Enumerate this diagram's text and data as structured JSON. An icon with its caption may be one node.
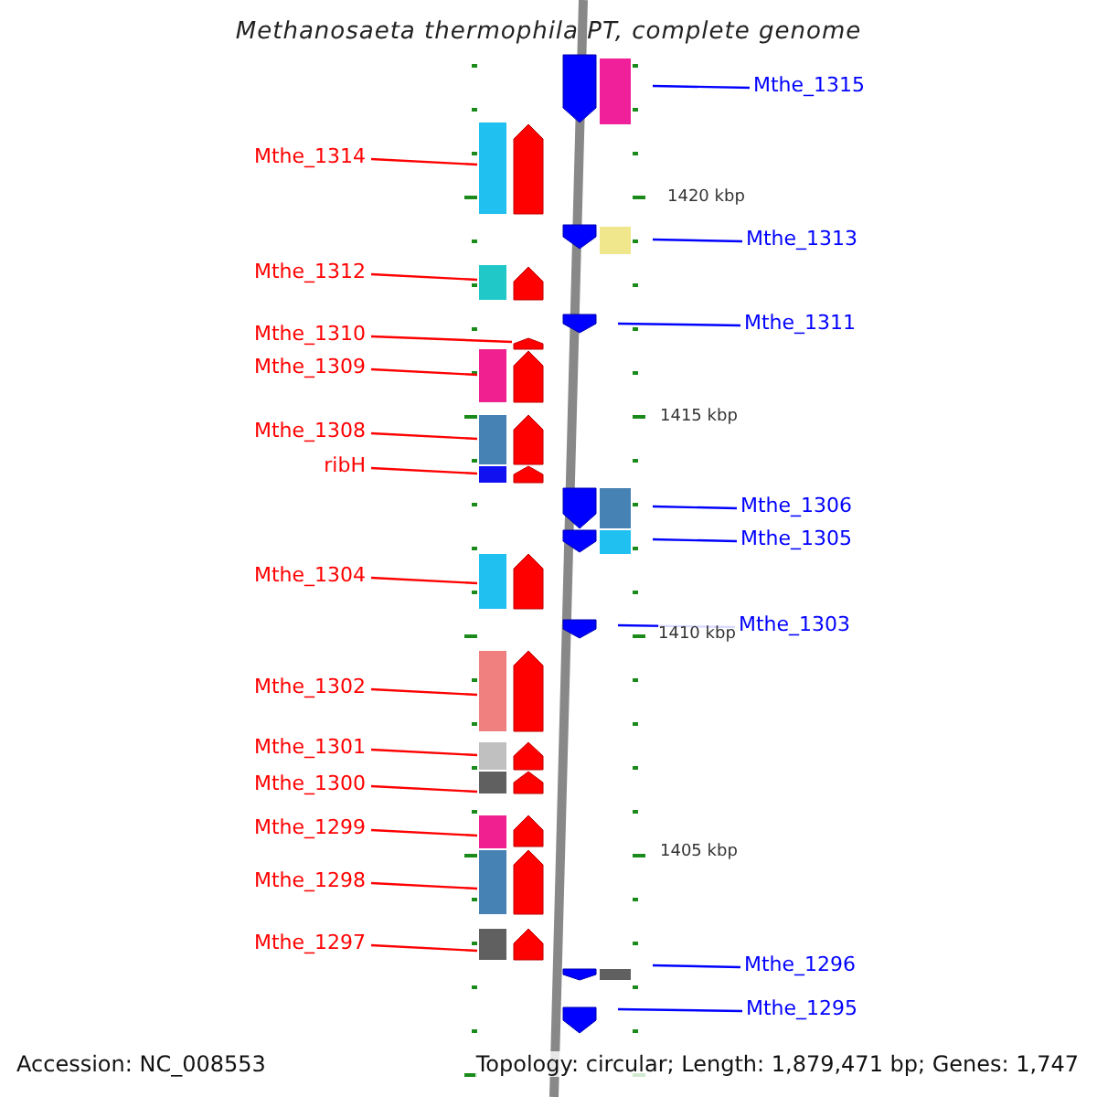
{
  "diagram": {
    "title": "Methanosaeta thermophila PT, complete genome",
    "nodes": [
      {
        "text": [
          "Mthe_1315"
        ]
      },
      {
        "text": [],
        "shape": "bar"
      },
      {
        "text": [
          "Mthe_1314"
        ]
      },
      {
        "text": [],
        "shape": "bar"
      },
      {
        "text": [
          "Mthe_1313"
        ]
      },
      {
        "text": [],
        "shape": "bar"
      },
      {
        "text": [
          "Mthe_1312"
        ]
      },
      {
        "text": [],
        "shape": "bar"
      },
      {
        "text": [
          "Mthe_1311"
        ]
      },
      {
        "text": [],
        "shape": "bar"
      },
      {
        "text": [
          "Mthe_1310"
        ]
      },
      {
        "text": [],
        "shape": "bar"
      },
      {
        "text": [
          "Mthe_1309"
        ]
      },
      {
        "text": [],
        "shape": "bar"
      },
      {
        "text": [
          "Mthe_1308"
        ]
      },
      {
        "text": [],
        "shape": "bar"
      },
      {
        "text": [
          "ribH"
        ]
      },
      {
        "text": [],
        "shape": "bar"
      },
      {
        "text": [
          "Mthe_1306"
        ]
      },
      {
        "text": [],
        "shape": "bar"
      },
      {
        "text": [
          "Mthe_1305"
        ]
      },
      {
        "text": [],
        "shape": "bar"
      },
      {
        "text": [
          "Mthe_1304"
        ]
      },
      {
        "text": [],
        "shape": "bar"
      },
      {
        "text": [
          "Mthe_1303"
        ]
      },
      {
        "text": [],
        "shape": "bar"
      },
      {
        "text": [
          "Mthe_1302"
        ]
      },
      {
        "text": [],
        "shape": "bar"
      },
      {
        "text": [
          "Mthe_1301"
        ]
      },
      {
        "text": [],
        "shape": "bar"
      },
      {
        "text": [
          "Mthe_1300"
        ]
      },
      {
        "text": [],
        "shape": "bar"
      },
      {
        "text": [
          "Mthe_1299"
        ]
      },
      {
        "text": [],
        "shape": "bar"
      },
      {
        "text": [
          "Mthe_1298"
        ]
      },
      {
        "text": [],
        "shape": "bar"
      },
      {
        "text": [
          "Mthe_1297"
        ]
      },
      {
        "text": [],
        "shape": "bar"
      },
      {
        "text": [
          "Mthe_1296"
        ]
      },
      {
        "text": [],
        "shape": "bar"
      },
      {
        "text": [
          "Mthe_1295"
        ]
      },
      {
        "text": [],
        "shape": "bar"
      }
    ],
    "edges": [
      {
        "from": 0,
        "to": 1,
        "arrow": "none",
        "color": "#0000ff"
      },
      {
        "from": 2,
        "to": 3,
        "arrow": "none"
      },
      {
        "from": 4,
        "to": 5,
        "arrow": "none",
        "color": "#0000ff"
      },
      {
        "from": 6,
        "to": 7,
        "arrow": "none"
      },
      {
        "from": 8,
        "to": 9,
        "arrow": "none",
        "color": "#0000ff"
      },
      {
        "from": 10,
        "to": 11,
        "arrow": "none"
      },
      {
        "from": 12,
        "to": 13,
        "arrow": "none"
      },
      {
        "from": 14,
        "to": 15,
        "arrow": "none"
      },
      {
        "from": 16,
        "to": 17,
        "arrow": "none"
      },
      {
        "from": 18,
        "to": 19,
        "arrow": "none",
        "color": "#0000ff"
      },
      {
        "from": 20,
        "to": 21,
        "arrow": "none",
        "color": "#0000ff"
      },
      {
        "from": 22,
        "to": 23,
        "arrow": "none"
      },
      {
        "from": 24,
        "to": 25,
        "arrow": "none",
        "color": "#0000ff"
      },
      {
        "from": 26,
        "to": 27,
        "arrow": "none"
      },
      {
        "from": 28,
        "to": 29,
        "arrow": "none"
      },
      {
        "from": 30,
        "to": 31,
        "arrow": "none"
      },
      {
        "from": 32,
        "to": 33,
        "arrow": "none"
      },
      {
        "from": 34,
        "to": 35,
        "arrow": "none"
      },
      {
        "from": 36,
        "to": 37,
        "arrow": "none"
      },
      {
        "from": 38,
        "to": 39,
        "arrow": "none",
        "color": "#0000ff"
      },
      {
        "from": 40,
        "to": 41,
        "arrow": "none",
        "color": "#0000ff"
      }
    ],
    "labels": [
      "1420 kbp",
      "1415 kbp",
      "1410 kbp",
      "1405 kbp",
      "Accession: NC_008553",
      "Topology: circular; Length: 1,879,471 bp; Genes: 1,747"
    ]
  }
}
